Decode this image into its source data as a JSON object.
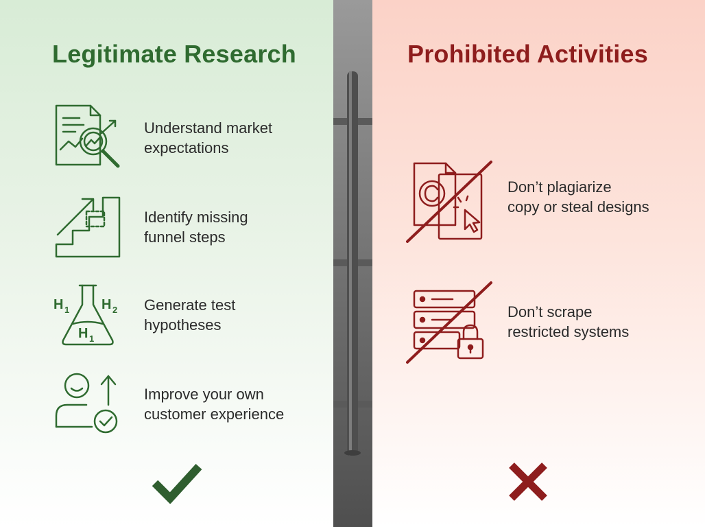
{
  "colors": {
    "green_accent": "#2f6b30",
    "red_accent": "#8e1d1d",
    "text": "#2b2b2b"
  },
  "left": {
    "title": "Legitimate Research",
    "items": [
      {
        "icon": "document-magnifier-chart-icon",
        "line1": "Understand market",
        "line2": "expectations"
      },
      {
        "icon": "stairs-arrow-icon",
        "line1": "Identify missing",
        "line2": "funnel steps"
      },
      {
        "icon": "flask-hypothesis-icon",
        "line1": "Generate test",
        "line2": "hypotheses"
      },
      {
        "icon": "user-up-arrow-check-icon",
        "line1": "Improve your own",
        "line2": "customer experience"
      }
    ],
    "verdict_icon": "checkmark-icon"
  },
  "right": {
    "title": "Prohibited Activities",
    "items": [
      {
        "icon": "copyright-cursor-crossed-icon",
        "line1": "Don’t plagiarize",
        "line2": "copy or steal designs"
      },
      {
        "icon": "server-lock-crossed-icon",
        "line1": "Don’t scrape",
        "line2": "restricted systems"
      }
    ],
    "verdict_icon": "cross-icon"
  }
}
